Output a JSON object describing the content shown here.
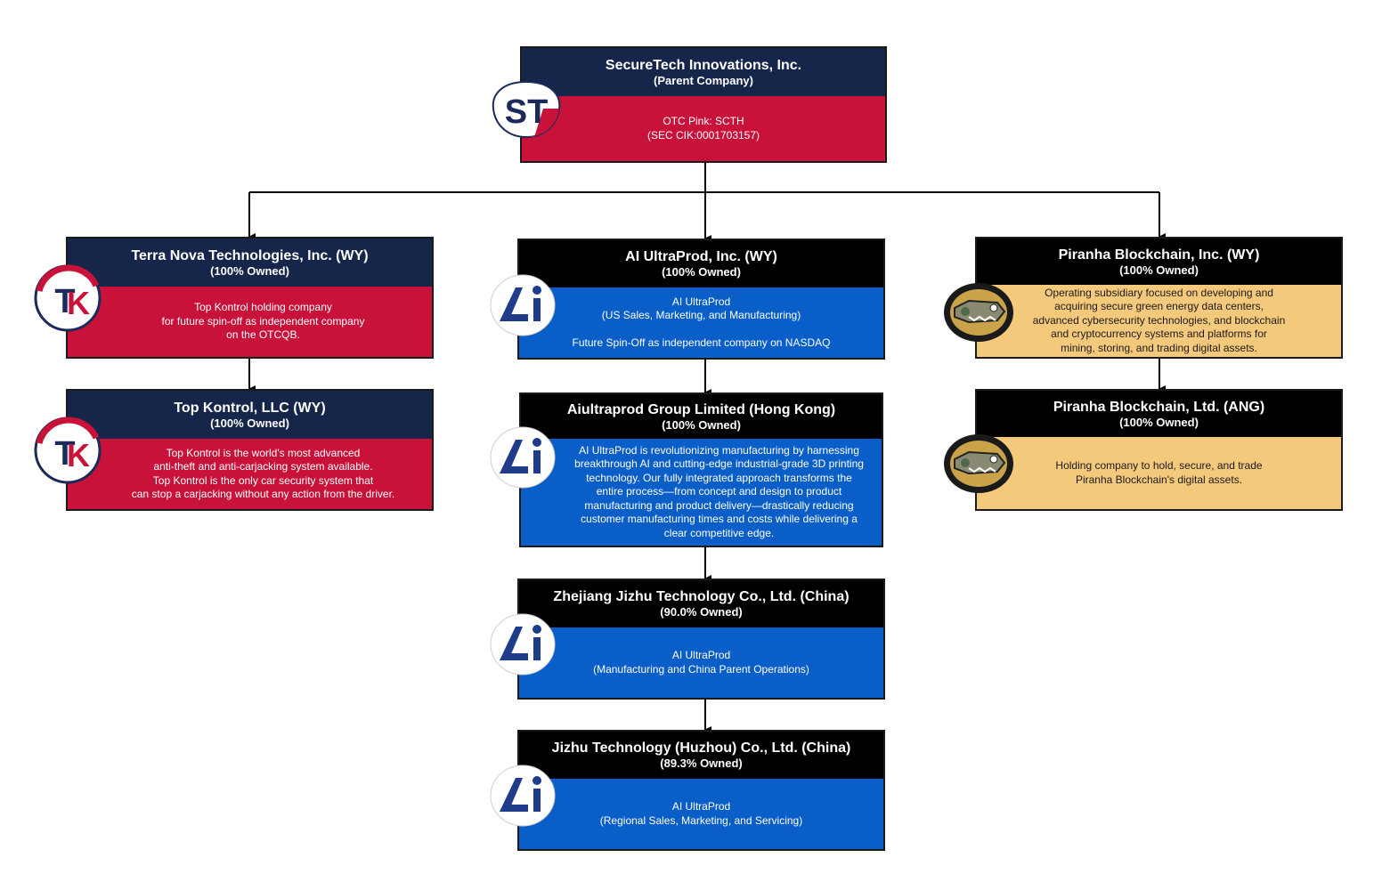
{
  "colors": {
    "navy_header": "#16254a",
    "black_header": "#000000",
    "red_body": "#c8123a",
    "blue_body": "#0a5ec8",
    "tan_body": "#f5c97c"
  },
  "parent": {
    "title": "SecureTech Innovations, Inc.",
    "subtitle": "(Parent Company)",
    "lines": [
      "OTC Pink: SCTH",
      "(SEC CIK:0001703157)"
    ],
    "logo": "st-logo"
  },
  "terra_nova": {
    "title": "Terra Nova Technologies, Inc. (WY)",
    "subtitle": "(100% Owned)",
    "lines": [
      "Top Kontrol holding company",
      "for future spin-off as independent company",
      "on the OTCQB."
    ],
    "logo": "tk-logo"
  },
  "top_kontrol": {
    "title": "Top Kontrol, LLC (WY)",
    "subtitle": "(100% Owned)",
    "lines": [
      "Top Kontrol is the world's most advanced",
      "anti-theft and anti-carjacking system available.",
      "Top Kontrol is the only car security system that",
      "can stop a carjacking without any action from the driver."
    ],
    "logo": "tk-logo"
  },
  "ai_ultraprod": {
    "title": "AI UltraProd, Inc. (WY)",
    "subtitle": "(100% Owned)",
    "lines": [
      "AI UltraProd",
      "(US Sales, Marketing, and Manufacturing)"
    ],
    "extra": "Future Spin-Off as independent company on NASDAQ",
    "logo": "ai-logo"
  },
  "aiultraprod_hk": {
    "title": "Aiultraprod Group Limited (Hong Kong)",
    "subtitle": "(100% Owned)",
    "lines": [
      "AI UltraProd is revolutionizing manufacturing by harnessing",
      "breakthrough AI and cutting-edge industrial-grade 3D printing",
      "technology. Our fully integrated approach transforms the",
      "entire process—from concept and design to product",
      "manufacturing and product delivery—drastically reducing",
      "customer manufacturing times and costs while delivering a",
      "clear competitive edge."
    ],
    "logo": "ai-logo"
  },
  "zhejiang": {
    "title": "Zhejiang Jizhu Technology Co., Ltd. (China)",
    "subtitle": "(90.0% Owned)",
    "lines": [
      "AI UltraProd",
      "(Manufacturing and China Parent Operations)"
    ],
    "logo": "ai-logo"
  },
  "huzhou": {
    "title": "Jizhu Technology (Huzhou) Co., Ltd. (China)",
    "subtitle": "(89.3% Owned)",
    "lines": [
      "AI UltraProd",
      "(Regional Sales, Marketing, and Servicing)"
    ],
    "logo": "ai-logo"
  },
  "piranha_inc": {
    "title": "Piranha Blockchain, Inc. (WY)",
    "subtitle": "(100% Owned)",
    "lines": [
      "Operating subsidiary focused on developing and",
      "acquiring secure green energy data centers,",
      "advanced cybersecurity technologies, and blockchain",
      "and cryptocurrency systems and platforms for",
      "mining, storing, and trading digital assets."
    ],
    "logo": "piranha-logo"
  },
  "piranha_ltd": {
    "title": "Piranha Blockchain, Ltd. (ANG)",
    "subtitle": "(100% Owned)",
    "lines": [
      "Holding company to hold, secure, and trade",
      "Piranha Blockchain's digital assets."
    ],
    "logo": "piranha-logo"
  }
}
